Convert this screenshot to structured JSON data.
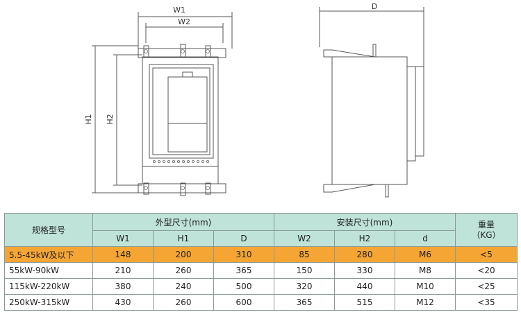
{
  "drawing": {
    "front_labels": {
      "w1": "W1",
      "w2": "W2",
      "h1": "H1",
      "h2": "H2"
    },
    "side_labels": {
      "d": "D"
    }
  },
  "table": {
    "header": {
      "model": "规格型号",
      "outer_group": "外型尺寸(mm)",
      "install_group": "安装尺寸(mm)",
      "weight_line1": "重量",
      "weight_line2": "（KG）",
      "cols": [
        "W1",
        "H1",
        "D",
        "W2",
        "H2",
        "d"
      ]
    },
    "rows": [
      {
        "model": "5.5-45kW及以下",
        "w1": "148",
        "h1": "200",
        "d": "310",
        "w2": "85",
        "h2": "280",
        "bolt": "M6",
        "weight": "<5"
      },
      {
        "model": "55kW-90kW",
        "w1": "210",
        "h1": "260",
        "d": "365",
        "w2": "150",
        "h2": "330",
        "bolt": "M8",
        "weight": "<20"
      },
      {
        "model": "115kW-220kW",
        "w1": "380",
        "h1": "240",
        "d": "500",
        "w2": "320",
        "h2": "440",
        "bolt": "M10",
        "weight": "<25"
      },
      {
        "model": "250kW-315kW",
        "w1": "430",
        "h1": "260",
        "d": "600",
        "w2": "365",
        "h2": "515",
        "bolt": "M12",
        "weight": "<35"
      }
    ],
    "highlight_color": "#f5a533",
    "header_color": "#bfe3d8"
  }
}
